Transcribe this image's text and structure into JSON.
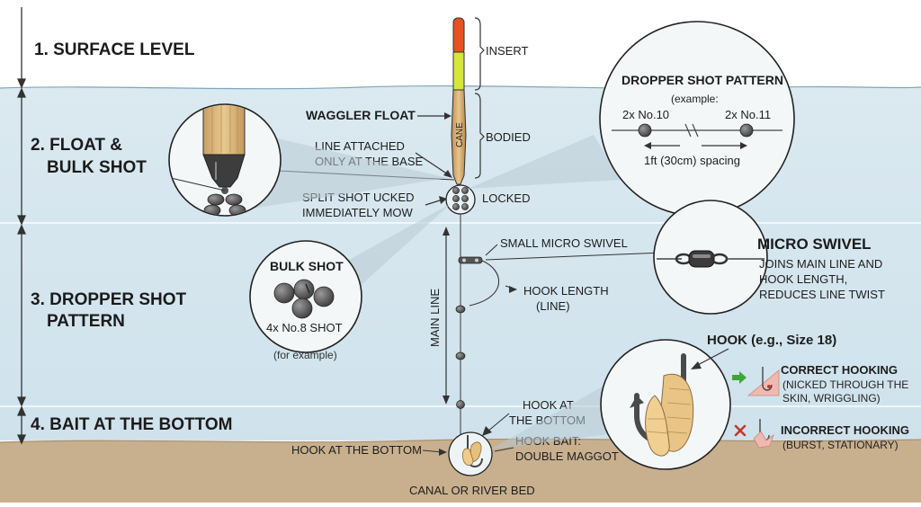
{
  "sections": [
    {
      "label": "1. SURFACE LEVEL"
    },
    {
      "line1": "2. FLOAT &",
      "line2": "BULK SHOT"
    },
    {
      "line1": "3. DROPPER SHOT",
      "line2": "PATTERN"
    },
    {
      "label": "4. BAIT AT THE BOTTOM"
    }
  ],
  "float": {
    "insert": "INSERT",
    "bodied": "BODIED",
    "cane": "CANE",
    "waggler": "WAGGLER FLOAT",
    "line_attached_1": "LINE ATTACHED",
    "line_attached_2": "ONLY AT THE BASE",
    "split_shot_1": "SPLIT SHOT UCKED",
    "split_shot_2": "IMMEDIATELY MOW",
    "locked": "LOCKED"
  },
  "bulk_shot": {
    "title": "BULK SHOT",
    "count": "4x No.8 SHOT",
    "note": "(for example)"
  },
  "dropper": {
    "title": "DROPPER SHOT PATTERN",
    "example": "(example:",
    "left": "2x No.10",
    "right": "2x No.11",
    "spacing": "1ft (30cm) spacing"
  },
  "swivel": {
    "small_label": "SMALL MICRO SWIVEL",
    "title": "MICRO SWIVEL",
    "desc1": "JOINS MAIN LINE AND",
    "desc2": "HOOK LENGTH,",
    "desc3": "REDUCES LINE TWIST"
  },
  "main_line": "MAIN LINE",
  "hook_length_1": "HOOK LENGTH",
  "hook_length_2": "(LINE)",
  "hook": {
    "title": "HOOK (e.g., Size 18)",
    "correct": "CORRECT HOOKING",
    "correct_sub1": "(NICKED THROUGH THE",
    "correct_sub2": "SKIN, WRIGGLING)",
    "incorrect": "INCORRECT HOOKING",
    "incorrect_sub": "(BURST, STATIONARY)"
  },
  "bottom": {
    "hook_at_bottom_1": "HOOK AT",
    "hook_at_bottom_2": "THE BOTTOM",
    "hook_at_bottom_left": "HOOK AT THE BOTTOM",
    "bait_1": "HOOK BAIT:",
    "bait_2": "DOUBLE MAGGOT",
    "bed": "CANAL OR RIVER BED"
  },
  "colors": {
    "water": "#d7e7ef",
    "bed": "#c9b393",
    "float_tip": "#e8521f",
    "float_insert": "#d8e838",
    "float_body": "#d9b57c"
  }
}
